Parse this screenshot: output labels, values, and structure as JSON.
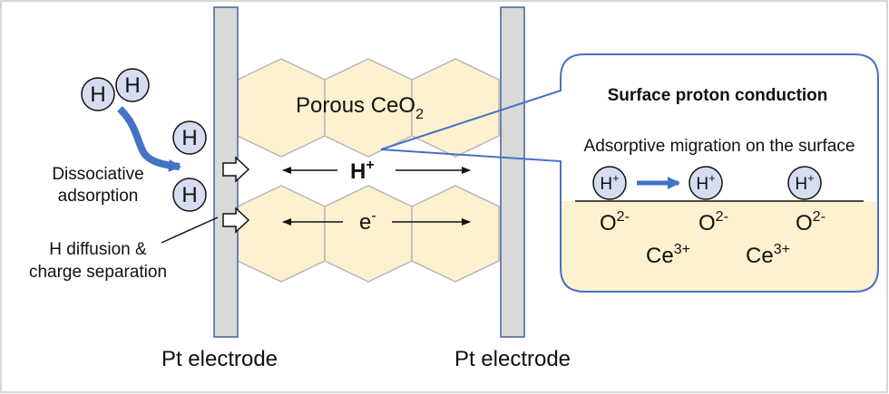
{
  "labels": {
    "porous_prefix": "Porous CeO",
    "porous_sub": "2",
    "h_plus_base": "H",
    "h_plus_sup": "+",
    "e_minus_base": "e",
    "e_minus_sup": "-",
    "h_atom": "H",
    "dissociative_line1": "Dissociative",
    "dissociative_line2": "adsorption",
    "diffusion_line1": "H diffusion &",
    "diffusion_line2": "charge separation",
    "pt_electrode_left": "Pt electrode",
    "pt_electrode_right": "Pt electrode"
  },
  "inset": {
    "title": "Surface proton conduction",
    "subtitle": "Adsorptive migration on the surface",
    "proton_base": "H",
    "proton_sup": "+",
    "oxide_base": "O",
    "oxide_sup": "2-",
    "cerium_base": "Ce",
    "cerium_sup": "3+"
  },
  "colors": {
    "hexagon_fill": "#fdf1cf",
    "hexagon_stroke": "#b7b7b7",
    "electrode_fill": "#d9d9d9",
    "electrode_stroke": "#44609a",
    "atom_fill": "#d7ddf0",
    "arrow_blue": "#4472c4",
    "inset_border": "#4472c4",
    "surface_fill": "#fdf1cf"
  },
  "icons": {
    "hydrogen_atom": "circle-h-icon",
    "curved_arrow": "curved-arrow-icon",
    "block_arrow": "block-arrow-icon",
    "double_arrow": "double-arrow-icon"
  }
}
